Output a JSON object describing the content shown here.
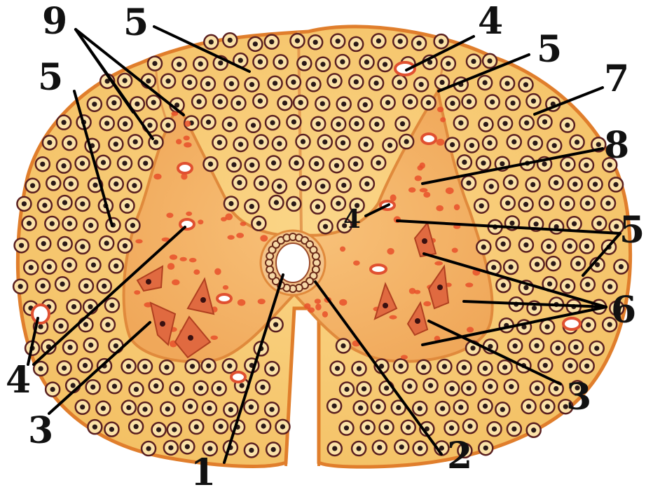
{
  "colors": {
    "background": "#ffffff",
    "white_matter": "#f6c870",
    "grey_matter": "#f4b265",
    "outline": "#e07e2c",
    "nucleus": "#2a1a18",
    "cell_ring": "#5a2020",
    "spot": "#e8502a",
    "neuron": "#e06a40",
    "canal": "#ffffff"
  },
  "labels": {
    "n1": "1",
    "n2": "2",
    "n3_left": "3",
    "n3_right": "3",
    "n4_left": "4",
    "n4_top": "4",
    "n4_mid": "4",
    "n5_top": "5",
    "n5_left": "5",
    "n5_top_right": "5",
    "n5_right": "5",
    "n6": "6",
    "n7": "7",
    "n8": "8",
    "n9": "9"
  },
  "icons": {
    "central_canal": "central-canal-icon",
    "neuron": "multipolar-neuron-icon",
    "fiber": "nerve-fiber-icon",
    "vessel": "blood-vessel-icon"
  }
}
